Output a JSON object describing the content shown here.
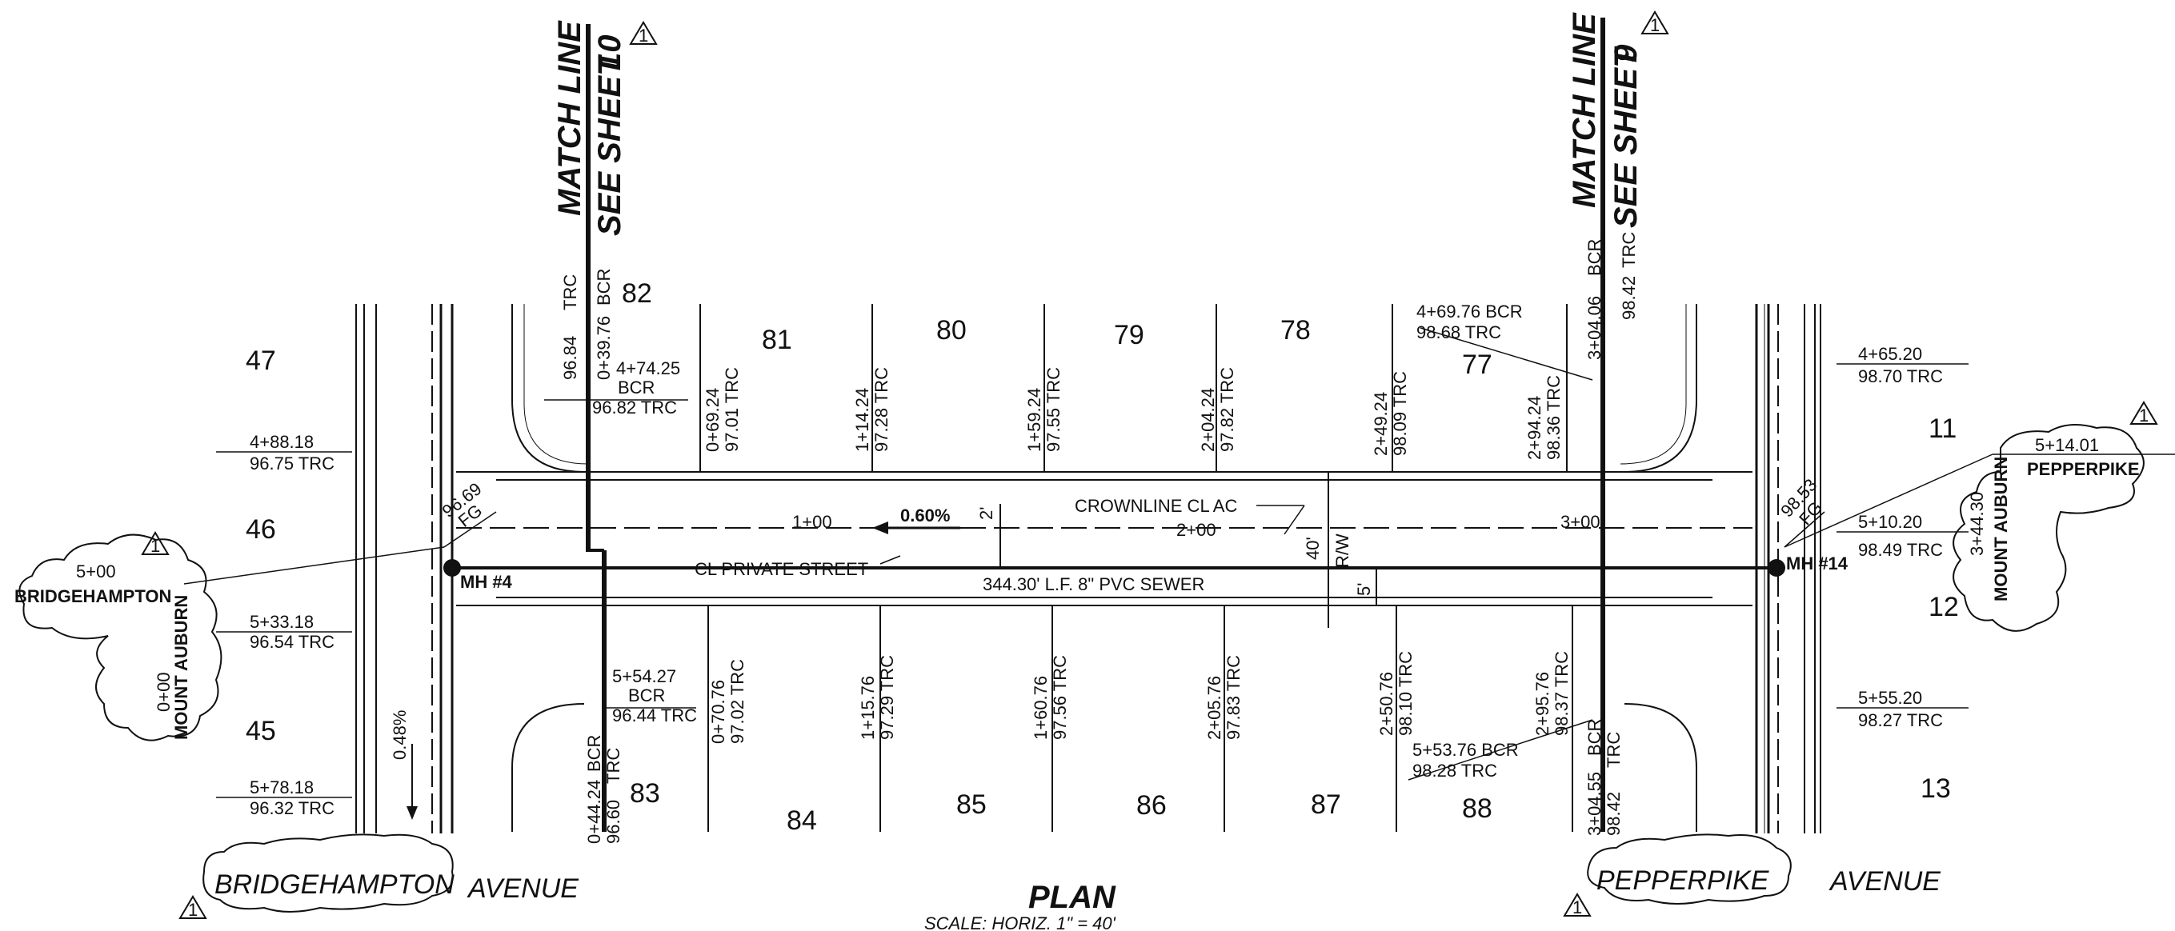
{
  "title": "PLAN",
  "scale": "SCALE: HORIZ. 1\" = 40'",
  "match_lines": {
    "left": {
      "line1": "MATCH LINE",
      "line2": "SEE SHEET",
      "sheet": "10"
    },
    "right": {
      "line1": "MATCH LINE",
      "line2": "SEE SHEET",
      "sheet": "9"
    }
  },
  "street": {
    "centerline": "CL PRIVATE STREET",
    "crownline": "CROWNLINE CL AC",
    "slope": "0.60%",
    "sewer": "344.30' L.F. 8\" PVC SEWER",
    "row_width": "40'",
    "row_label": "R/W",
    "offset_5": "5'",
    "offset_2": "2'",
    "side_slope": "0.48%",
    "stations": [
      "1+00",
      "2+00",
      "3+00"
    ]
  },
  "manholes": {
    "left": "MH #4",
    "right": "MH #14"
  },
  "lots": {
    "north": [
      "82",
      "81",
      "80",
      "79",
      "78",
      "77"
    ],
    "south": [
      "83",
      "84",
      "85",
      "86",
      "87",
      "88"
    ],
    "west": [
      "47",
      "46",
      "45"
    ],
    "east": [
      "11",
      "12",
      "13"
    ]
  },
  "north_labels": [
    {
      "sta": "96.84",
      "elev": "TRC"
    },
    {
      "sta": "0+39.76",
      "elev": "BCR"
    },
    {
      "sta": "0+69.24",
      "elev": "97.01 TRC"
    },
    {
      "sta": "1+14.24",
      "elev": "97.28 TRC"
    },
    {
      "sta": "1+59.24",
      "elev": "97.55 TRC"
    },
    {
      "sta": "2+04.24",
      "elev": "97.82 TRC"
    },
    {
      "sta": "2+49.24",
      "elev": "98.09 TRC"
    },
    {
      "sta": "2+94.24",
      "elev": "98.36 TRC"
    },
    {
      "sta": "3+04.06",
      "elev": "BCR"
    },
    {
      "sta": "98.42",
      "elev": "TRC"
    }
  ],
  "south_labels": [
    {
      "sta": "0+44.24",
      "elev": "BCR"
    },
    {
      "sta": "96.60",
      "elev": "TRC"
    },
    {
      "sta": "0+70.76",
      "elev": "97.02 TRC"
    },
    {
      "sta": "1+15.76",
      "elev": "97.29 TRC"
    },
    {
      "sta": "1+60.76",
      "elev": "97.56 TRC"
    },
    {
      "sta": "2+05.76",
      "elev": "97.83 TRC"
    },
    {
      "sta": "2+50.76",
      "elev": "98.10 TRC"
    },
    {
      "sta": "2+95.76",
      "elev": "98.37 TRC"
    },
    {
      "sta": "3+04.55",
      "elev": "BCR"
    },
    {
      "sta": "98.42",
      "elev": "TRC"
    }
  ],
  "curve_labels": {
    "nw": {
      "sta": "4+74.25",
      "type": "BCR",
      "elev": "96.82 TRC"
    },
    "ne": {
      "sta": "4+69.76 BCR",
      "elev": "98.68 TRC"
    },
    "sw": {
      "sta": "5+54.27",
      "type": "BCR",
      "elev": "96.44 TRC"
    },
    "se": {
      "sta": "5+53.76 BCR",
      "elev": "98.28 TRC"
    }
  },
  "west_labels": [
    {
      "sta": "4+88.18",
      "elev": "96.75 TRC"
    },
    {
      "sta": "5+33.18",
      "elev": "96.54 TRC"
    },
    {
      "sta": "5+78.18",
      "elev": "96.32 TRC"
    }
  ],
  "east_labels": [
    {
      "sta": "4+65.20",
      "elev": "98.70 TRC"
    },
    {
      "sta": "5+10.20",
      "elev": "98.49 TRC"
    },
    {
      "sta": "5+55.20",
      "elev": "98.27 TRC"
    }
  ],
  "fg": {
    "left_value": "96.69",
    "left_label": "FG",
    "right_value": "98.53",
    "right_label": "FG"
  },
  "clouds": {
    "left": {
      "station": "5+00",
      "road": "BRIDGEHAMPTON",
      "cross_station": "0+00",
      "cross_road": "MOUNT AUBURN"
    },
    "right": {
      "station": "5+14.01",
      "road": "PEPPERPIKE",
      "cross_station": "3+44.30",
      "cross_road": "MOUNT AUBURN"
    }
  },
  "avenues": {
    "left_name": "BRIDGEHAMPTON",
    "left_suffix": "AVENUE",
    "right_name": "PEPPERPIKE",
    "right_suffix": "AVENUE"
  },
  "revision_mark": "1"
}
